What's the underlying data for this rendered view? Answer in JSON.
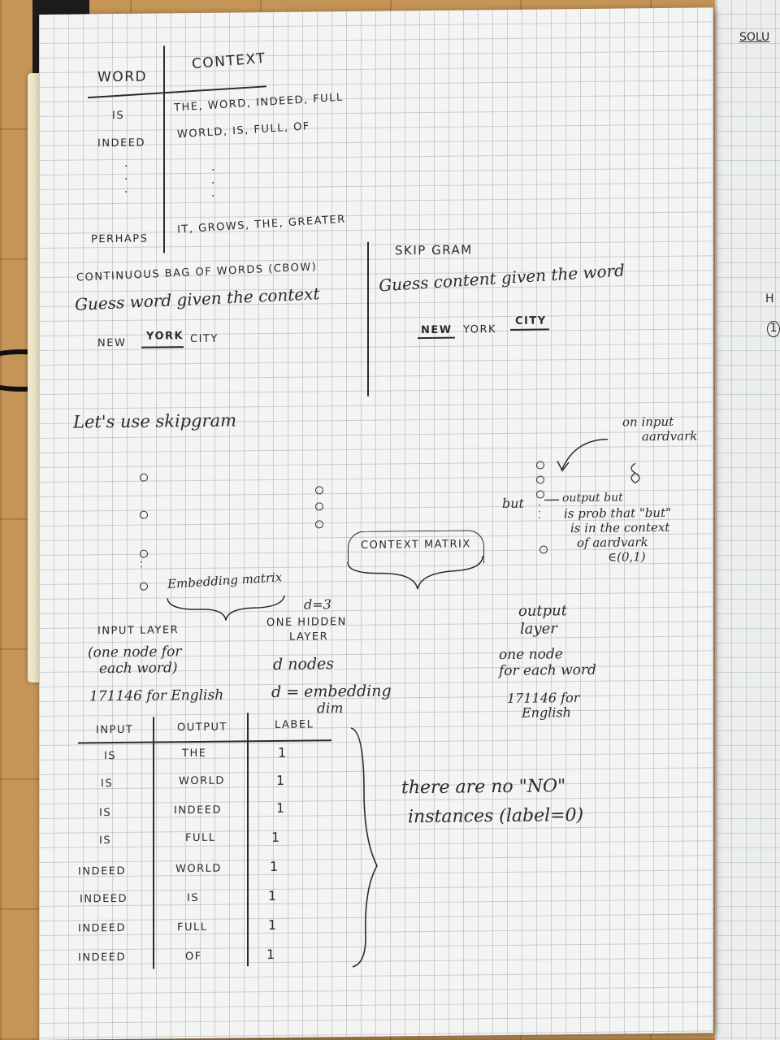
{
  "table1": {
    "header_word": "WORD",
    "header_context": "CONTEXT",
    "rows": [
      {
        "word": "IS",
        "context": "THE, WORD, INDEED, FULL"
      },
      {
        "word": "INDEED",
        "context": "WORLD, IS, FULL, OF"
      },
      {
        "word": "PERHAPS",
        "context": "IT, GROWS, THE, GREATER"
      }
    ]
  },
  "cbow": {
    "title": "CONTINUOUS BAG OF WORDS (CBOW)",
    "desc": "Guess word given the context",
    "ex_new": "NEW",
    "ex_york": "YORK",
    "ex_city": "CITY"
  },
  "skipgram": {
    "title": "SKIP GRAM",
    "desc": "Guess content given the word",
    "ex_new": "NEW",
    "ex_york": "YORK",
    "ex_city": "CITY"
  },
  "lets_use": "Let's use skipgram",
  "nn": {
    "embedding_matrix": "Embedding matrix",
    "context_matrix": "CONTEXT MATRIX",
    "d_eq": "d=3",
    "input_layer": "INPUT LAYER",
    "input_note_1": "(one node for",
    "input_note_2": "each word)",
    "input_count": "171146 for English",
    "hidden_1": "ONE HIDDEN",
    "hidden_2": "LAYER",
    "hidden_nodes": "d nodes",
    "hidden_dim_1": "d = embedding",
    "hidden_dim_2": "dim",
    "output_1": "output",
    "output_2": "layer",
    "output_note_1": "one node",
    "output_note_2": "for each word",
    "output_count_1": "171146 for",
    "output_count_2": "English",
    "on_input_1": "on input",
    "on_input_2": "aardvark",
    "but_label": "but",
    "output_but": "output but",
    "prob_1": "is prob that \"but\"",
    "prob_2": "is in the context",
    "prob_3": "of aardvark",
    "prob_4": "∈(0,1)"
  },
  "table2": {
    "headers": [
      "INPUT",
      "OUTPUT",
      "LABEL"
    ],
    "rows": [
      [
        "IS",
        "THE",
        "1"
      ],
      [
        "IS",
        "WORLD",
        "1"
      ],
      [
        "IS",
        "INDEED",
        "1"
      ],
      [
        "IS",
        "FULL",
        "1"
      ],
      [
        "INDEED",
        "WORLD",
        "1"
      ],
      [
        "INDEED",
        "IS",
        "1"
      ],
      [
        "INDEED",
        "FULL",
        "1"
      ],
      [
        "INDEED",
        "OF",
        "1"
      ]
    ]
  },
  "note_no_1": "there are no \"NO\"",
  "note_no_2": "instances (label=0)",
  "right_page_fragment": "SOLU"
}
